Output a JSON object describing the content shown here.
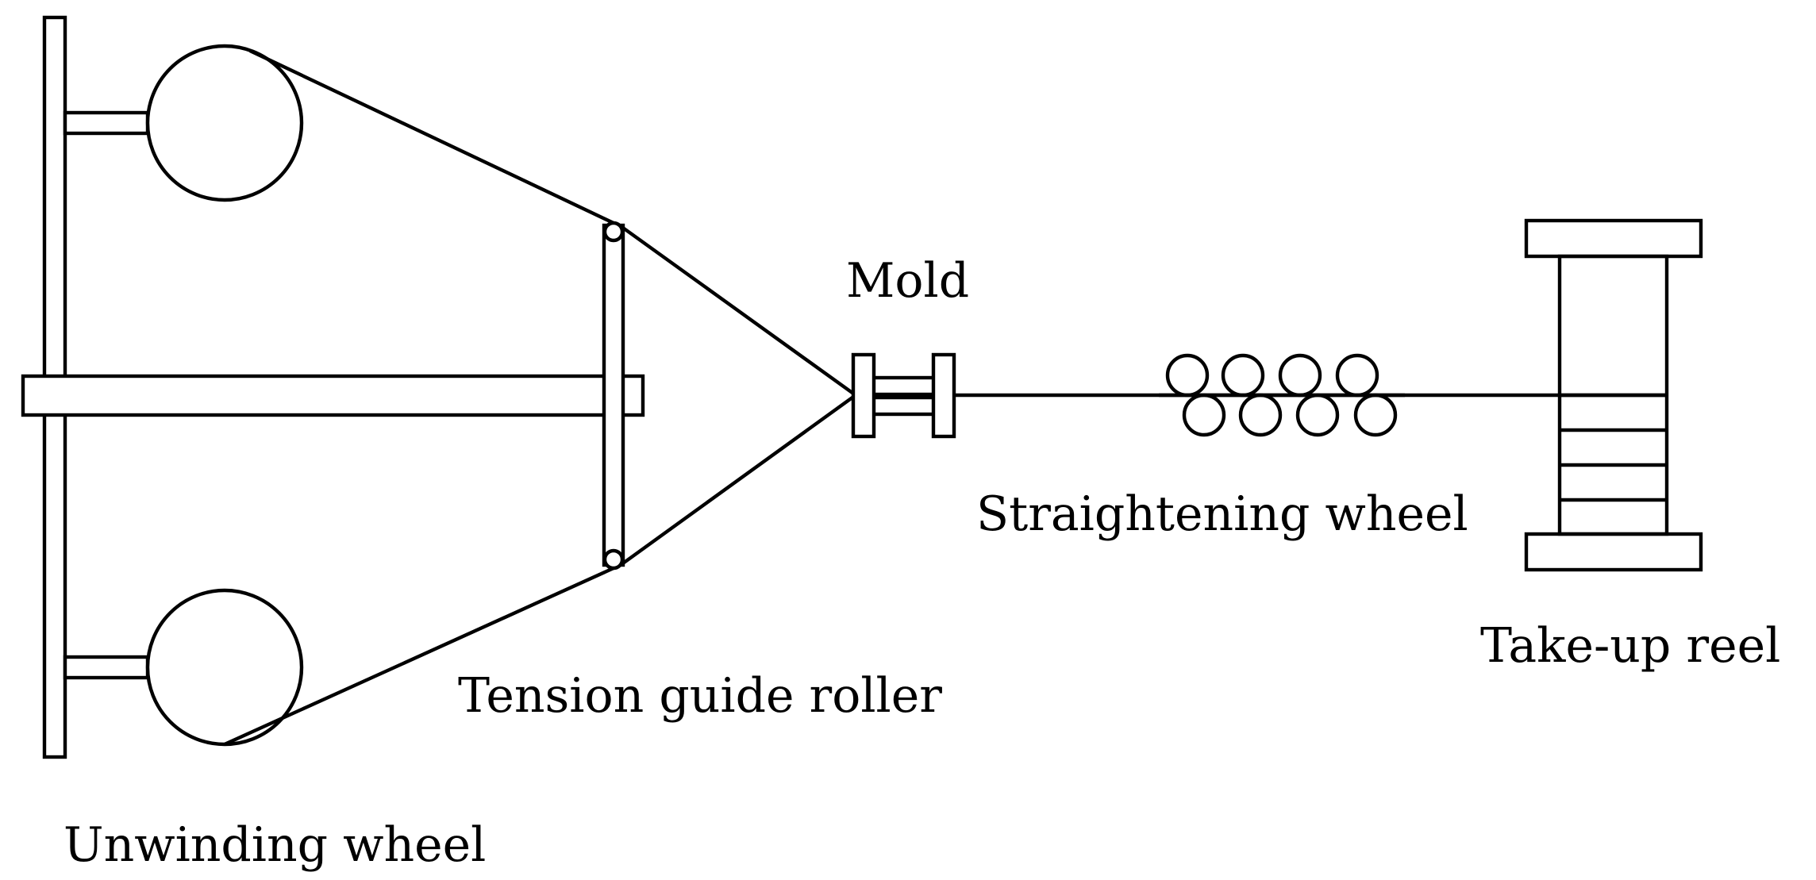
{
  "labels": {
    "mold": "Mold",
    "straightening_wheel": "Straightening wheel",
    "take_up_reel": "Take-up reel",
    "tension_guide_roller": "Tension guide roller",
    "unwinding_wheel": "Unwinding wheel"
  },
  "colors": {
    "stroke": "#000000",
    "background": "#ffffff"
  }
}
